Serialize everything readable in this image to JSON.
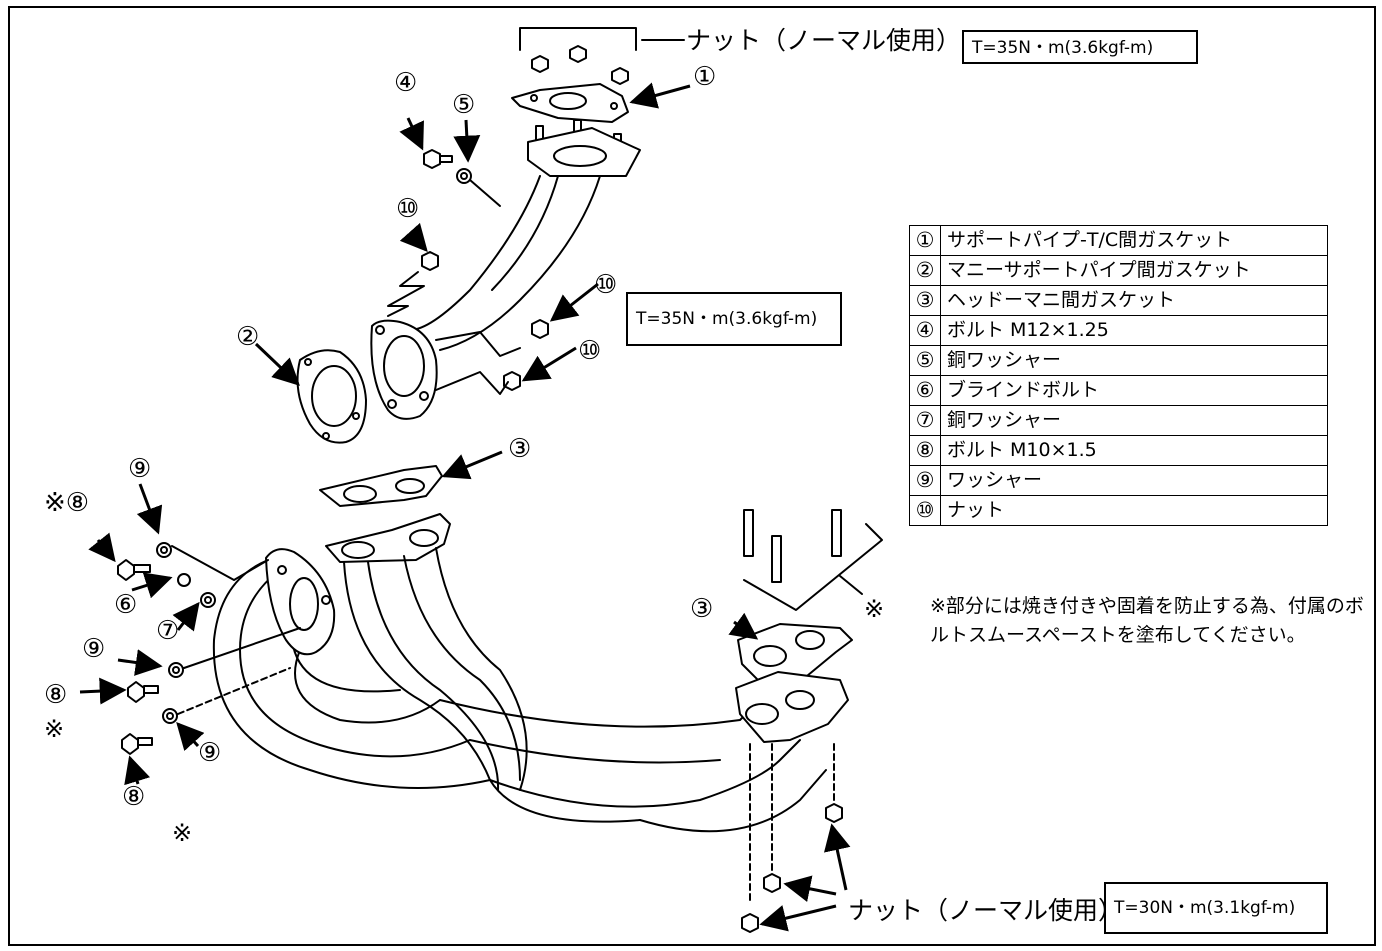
{
  "nut_label_top": "ナット（ノーマル使用）",
  "nut_label_bottom": "ナット（ノーマル使用）",
  "torque_top": "T=35N・m(3.6kgf-m)",
  "torque_middle": "T=35N・m(3.6kgf-m)",
  "torque_bottom": "T=30N・m(3.1kgf-m)",
  "callouts": {
    "c1": "①",
    "c2": "②",
    "c3_top": "③",
    "c3_right": "③",
    "c4": "④",
    "c5": "⑤",
    "c10_left": "⑩",
    "c10_right_upper": "⑩",
    "c10_right_lower": "⑩",
    "c9_top": "⑨",
    "c8_top": "※⑧",
    "c6": "⑥",
    "c7": "⑦",
    "c9_mid": "⑨",
    "c8_mid": "⑧",
    "mark_mid": "※",
    "c9_low": "⑨",
    "c8_low": "⑧",
    "mark_low": "※",
    "mark_studs": "※"
  },
  "parts_table": [
    {
      "num": "①",
      "desc": "サポートパイプ-T/C間ガスケット"
    },
    {
      "num": "②",
      "desc": "マニーサポートパイプ間ガスケット"
    },
    {
      "num": "③",
      "desc": "ヘッドーマニ間ガスケット"
    },
    {
      "num": "④",
      "desc": "ボルト M12×1.25"
    },
    {
      "num": "⑤",
      "desc": "銅ワッシャー"
    },
    {
      "num": "⑥",
      "desc": "ブラインドボルト"
    },
    {
      "num": "⑦",
      "desc": "銅ワッシャー"
    },
    {
      "num": "⑧",
      "desc": "ボルト M10×1.5"
    },
    {
      "num": "⑨",
      "desc": "ワッシャー"
    },
    {
      "num": "⑩",
      "desc": "ナット"
    }
  ],
  "note": "※部分には焼き付きや固着を防止する為、付属のボルトスムースペーストを塗布してください。"
}
